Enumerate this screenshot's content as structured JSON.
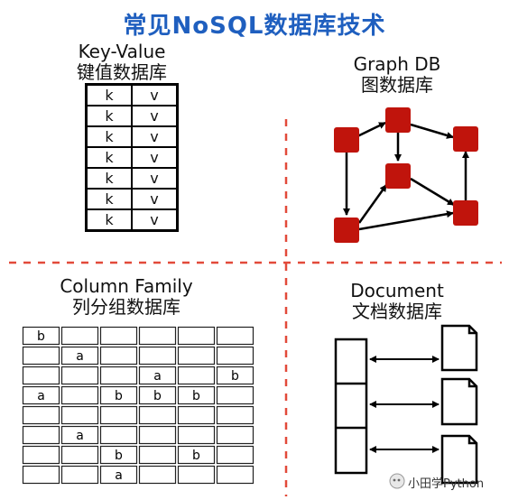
{
  "title": "常见NoSQL数据库技术",
  "key_value": {
    "label_en": "Key-Value",
    "label_cn": "键值数据库",
    "rows": [
      [
        "k",
        "v"
      ],
      [
        "k",
        "v"
      ],
      [
        "k",
        "v"
      ],
      [
        "k",
        "v"
      ],
      [
        "k",
        "v"
      ],
      [
        "k",
        "v"
      ],
      [
        "k",
        "v"
      ]
    ]
  },
  "graph": {
    "label_en": "Graph DB",
    "label_cn": "图数据库",
    "node_color": "#c0140c",
    "edge_color": "#000000"
  },
  "column_family": {
    "label_en": "Column Family",
    "label_cn": "列分组数据库",
    "cells": [
      [
        "b",
        "",
        "",
        "",
        "",
        ""
      ],
      [
        "",
        "a",
        "",
        "",
        "",
        ""
      ],
      [
        "",
        "",
        "",
        "a",
        "",
        "b"
      ],
      [
        "a",
        "",
        "b",
        "b",
        "b",
        ""
      ],
      [
        "",
        "",
        "",
        "",
        "",
        ""
      ],
      [
        "",
        "a",
        "",
        "",
        "",
        ""
      ],
      [
        "",
        "",
        "b",
        "",
        "b",
        ""
      ],
      [
        "",
        "",
        "a",
        "",
        "",
        ""
      ]
    ]
  },
  "document": {
    "label_en": "Document",
    "label_cn": "文档数据库"
  },
  "divider_color": "#e24a3a",
  "watermark": "小田学Python"
}
